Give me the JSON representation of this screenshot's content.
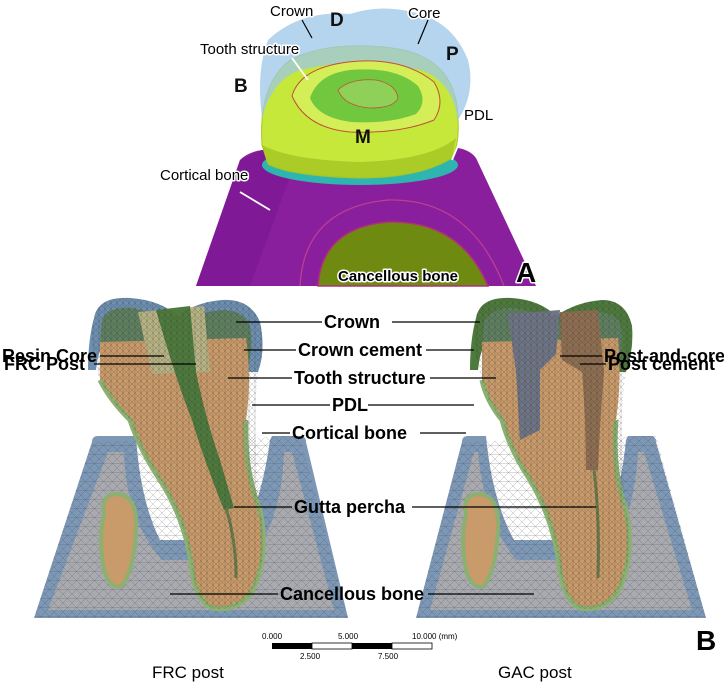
{
  "panel_a": {
    "letter": "A",
    "labels": {
      "crown": "Crown",
      "core": "Core",
      "tooth_structure": "Tooth structure",
      "pdl": "PDL",
      "cortical_bone": "Cortical bone",
      "cancellous_bone": "Cancellous bone"
    },
    "directions": {
      "distal": "D",
      "palatal": "P",
      "buccal": "B",
      "mesial": "M"
    }
  },
  "panel_b": {
    "letter": "B",
    "left_model": {
      "caption": "FRC post",
      "labels": {
        "resin_core": "Resin Core",
        "frc_post": "FRC Post"
      }
    },
    "right_model": {
      "caption": "GAC post",
      "labels": {
        "post_and_core": "Post-and-core",
        "post_cement": "Post cement"
      }
    },
    "shared_labels": {
      "crown": "Crown",
      "crown_cement": "Crown cement",
      "tooth_structure": "Tooth structure",
      "pdl": "PDL",
      "cortical_bone": "Cortical bone",
      "gutta_percha": "Gutta percha",
      "cancellous_bone": "Cancellous bone"
    },
    "scale_bar": {
      "top_ticks": [
        "0.000",
        "5.000",
        "10.000 (mm)"
      ],
      "bottom_ticks": [
        "2.500",
        "7.500"
      ]
    }
  },
  "colors": {
    "cortical_bone": "#8a1f9e",
    "cancellous_bone": "#6f8a10",
    "tooth_yellow": "#c6e83a",
    "crown_translucent": "#9cc7e8",
    "core_green": "#5fbf3a",
    "pdl_teal": "#2fb5b0",
    "dentin_fe": "#c99a6a",
    "crown_fe": "#5f8060",
    "enamel_blue": "#6e8fb0",
    "bone_fe_gray": "#a9aab0",
    "cortical_fe": "#7d97b6",
    "gutta_fe": "#8d9a76",
    "metal_post": "#6f7585"
  }
}
